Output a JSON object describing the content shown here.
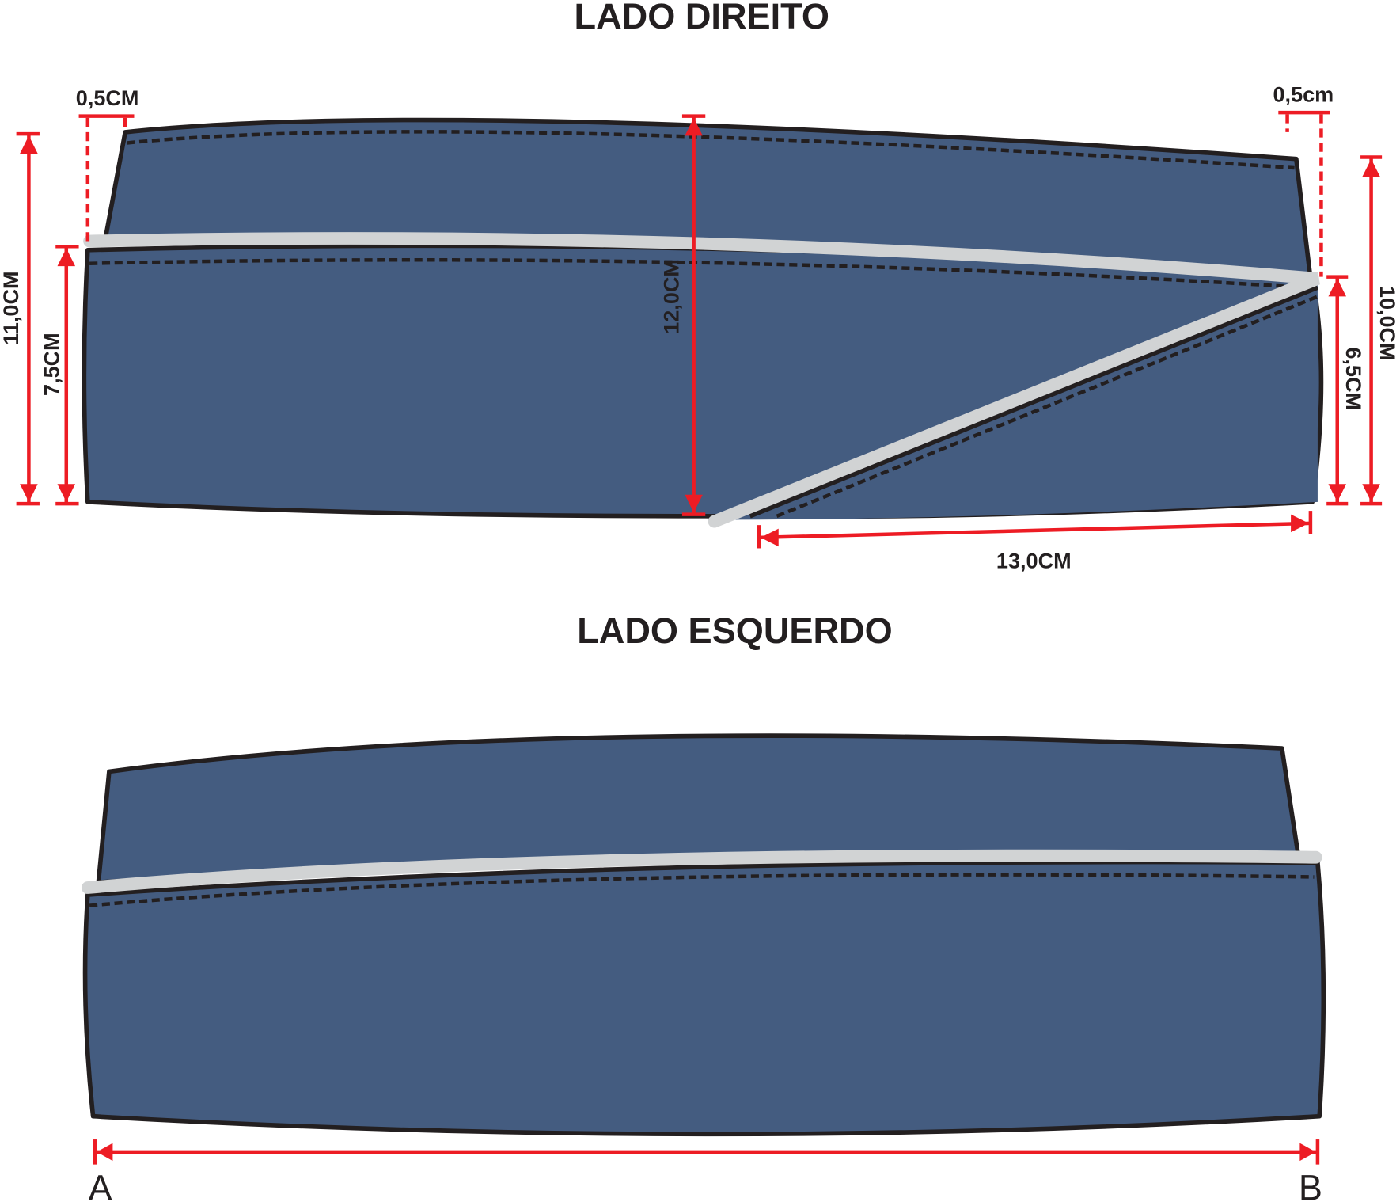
{
  "sections": {
    "right": {
      "title": "LADO DIREITO",
      "dims": {
        "top_left_offset": "0,5CM",
        "top_right_offset": "0,5cm",
        "left_outer": "11,0CM",
        "left_inner": "7,5CM",
        "center": "12,0CM",
        "right_inner": "6,5CM",
        "right_outer": "10,0CM",
        "bottom": "13,0CM"
      }
    },
    "left": {
      "title": "LADO ESQUERDO",
      "point_a": "A",
      "point_b": "B"
    }
  },
  "colors": {
    "panel": "#445c80",
    "outline": "#231f20",
    "fold": "#d1d3d4",
    "dimension": "#ed1c24"
  }
}
